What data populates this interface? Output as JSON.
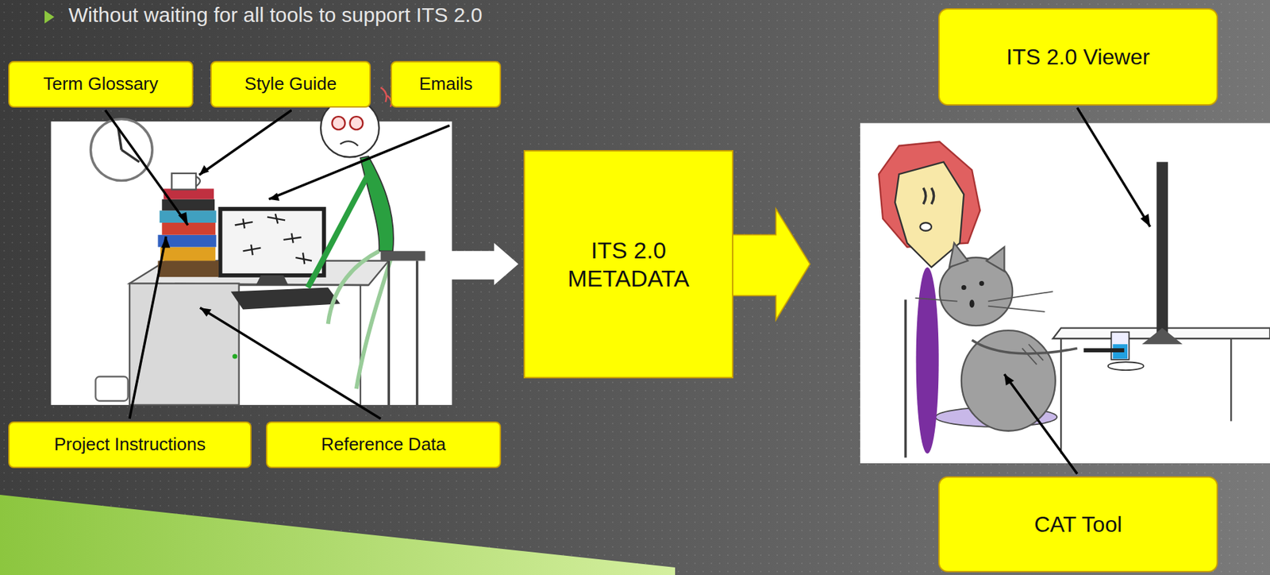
{
  "diagram": {
    "nodes": [
      {
        "text": [
          "Term Glossary"
        ]
      },
      {
        "text": [
          "Style Guide"
        ]
      },
      {
        "text": [
          "Emails"
        ]
      },
      {
        "text": [
          "ITS 2.0 Viewer"
        ]
      },
      {
        "text": [
          "ITS 2.0 METADATA"
        ]
      },
      {
        "text": [
          "Project Instructions"
        ]
      },
      {
        "text": [
          "Reference Data"
        ]
      },
      {
        "text": [
          "CAT Tool"
        ]
      }
    ],
    "labels": [
      "Without waiting for all tools to support ITS 2.0"
    ]
  }
}
